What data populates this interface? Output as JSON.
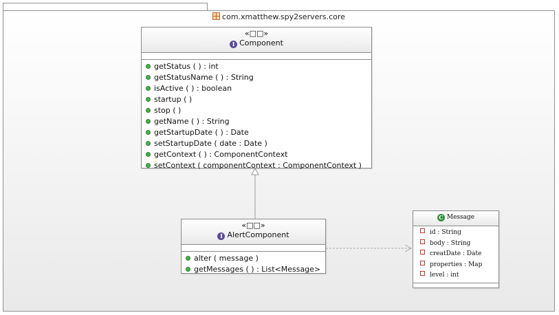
{
  "package": {
    "name": "com.xmatthew.spy2servers.core"
  },
  "component": {
    "stereotype": "«□□»",
    "badge": "I",
    "name": "Component",
    "operations": [
      "getStatus ( ) : int",
      "getStatusName ( ) : String",
      "isActive ( ) : boolean",
      "startup ( )",
      "stop ( )",
      "getName ( ) : String",
      "getStartupDate ( ) : Date",
      "setStartupDate ( date : Date )",
      "getContext ( ) : ComponentContext",
      "setContext ( componentContext : ComponentContext )"
    ]
  },
  "alert_component": {
    "stereotype": "«□□»",
    "badge": "I",
    "name": "AlertComponent",
    "operations": [
      "alter ( message )",
      "getMessages ( ) : List<Message>"
    ]
  },
  "message": {
    "badge": "C",
    "name": "Message",
    "fields": [
      "id : String",
      "body : String",
      "creatDate : Date",
      "properties : Map",
      "level : int"
    ]
  },
  "colors": {
    "interface_badge": "#5b4a9a",
    "class_badge": "#2f8f3a",
    "public_method": "#4caf50",
    "private_field": "#c03030",
    "package_icon": "#c8642a"
  }
}
